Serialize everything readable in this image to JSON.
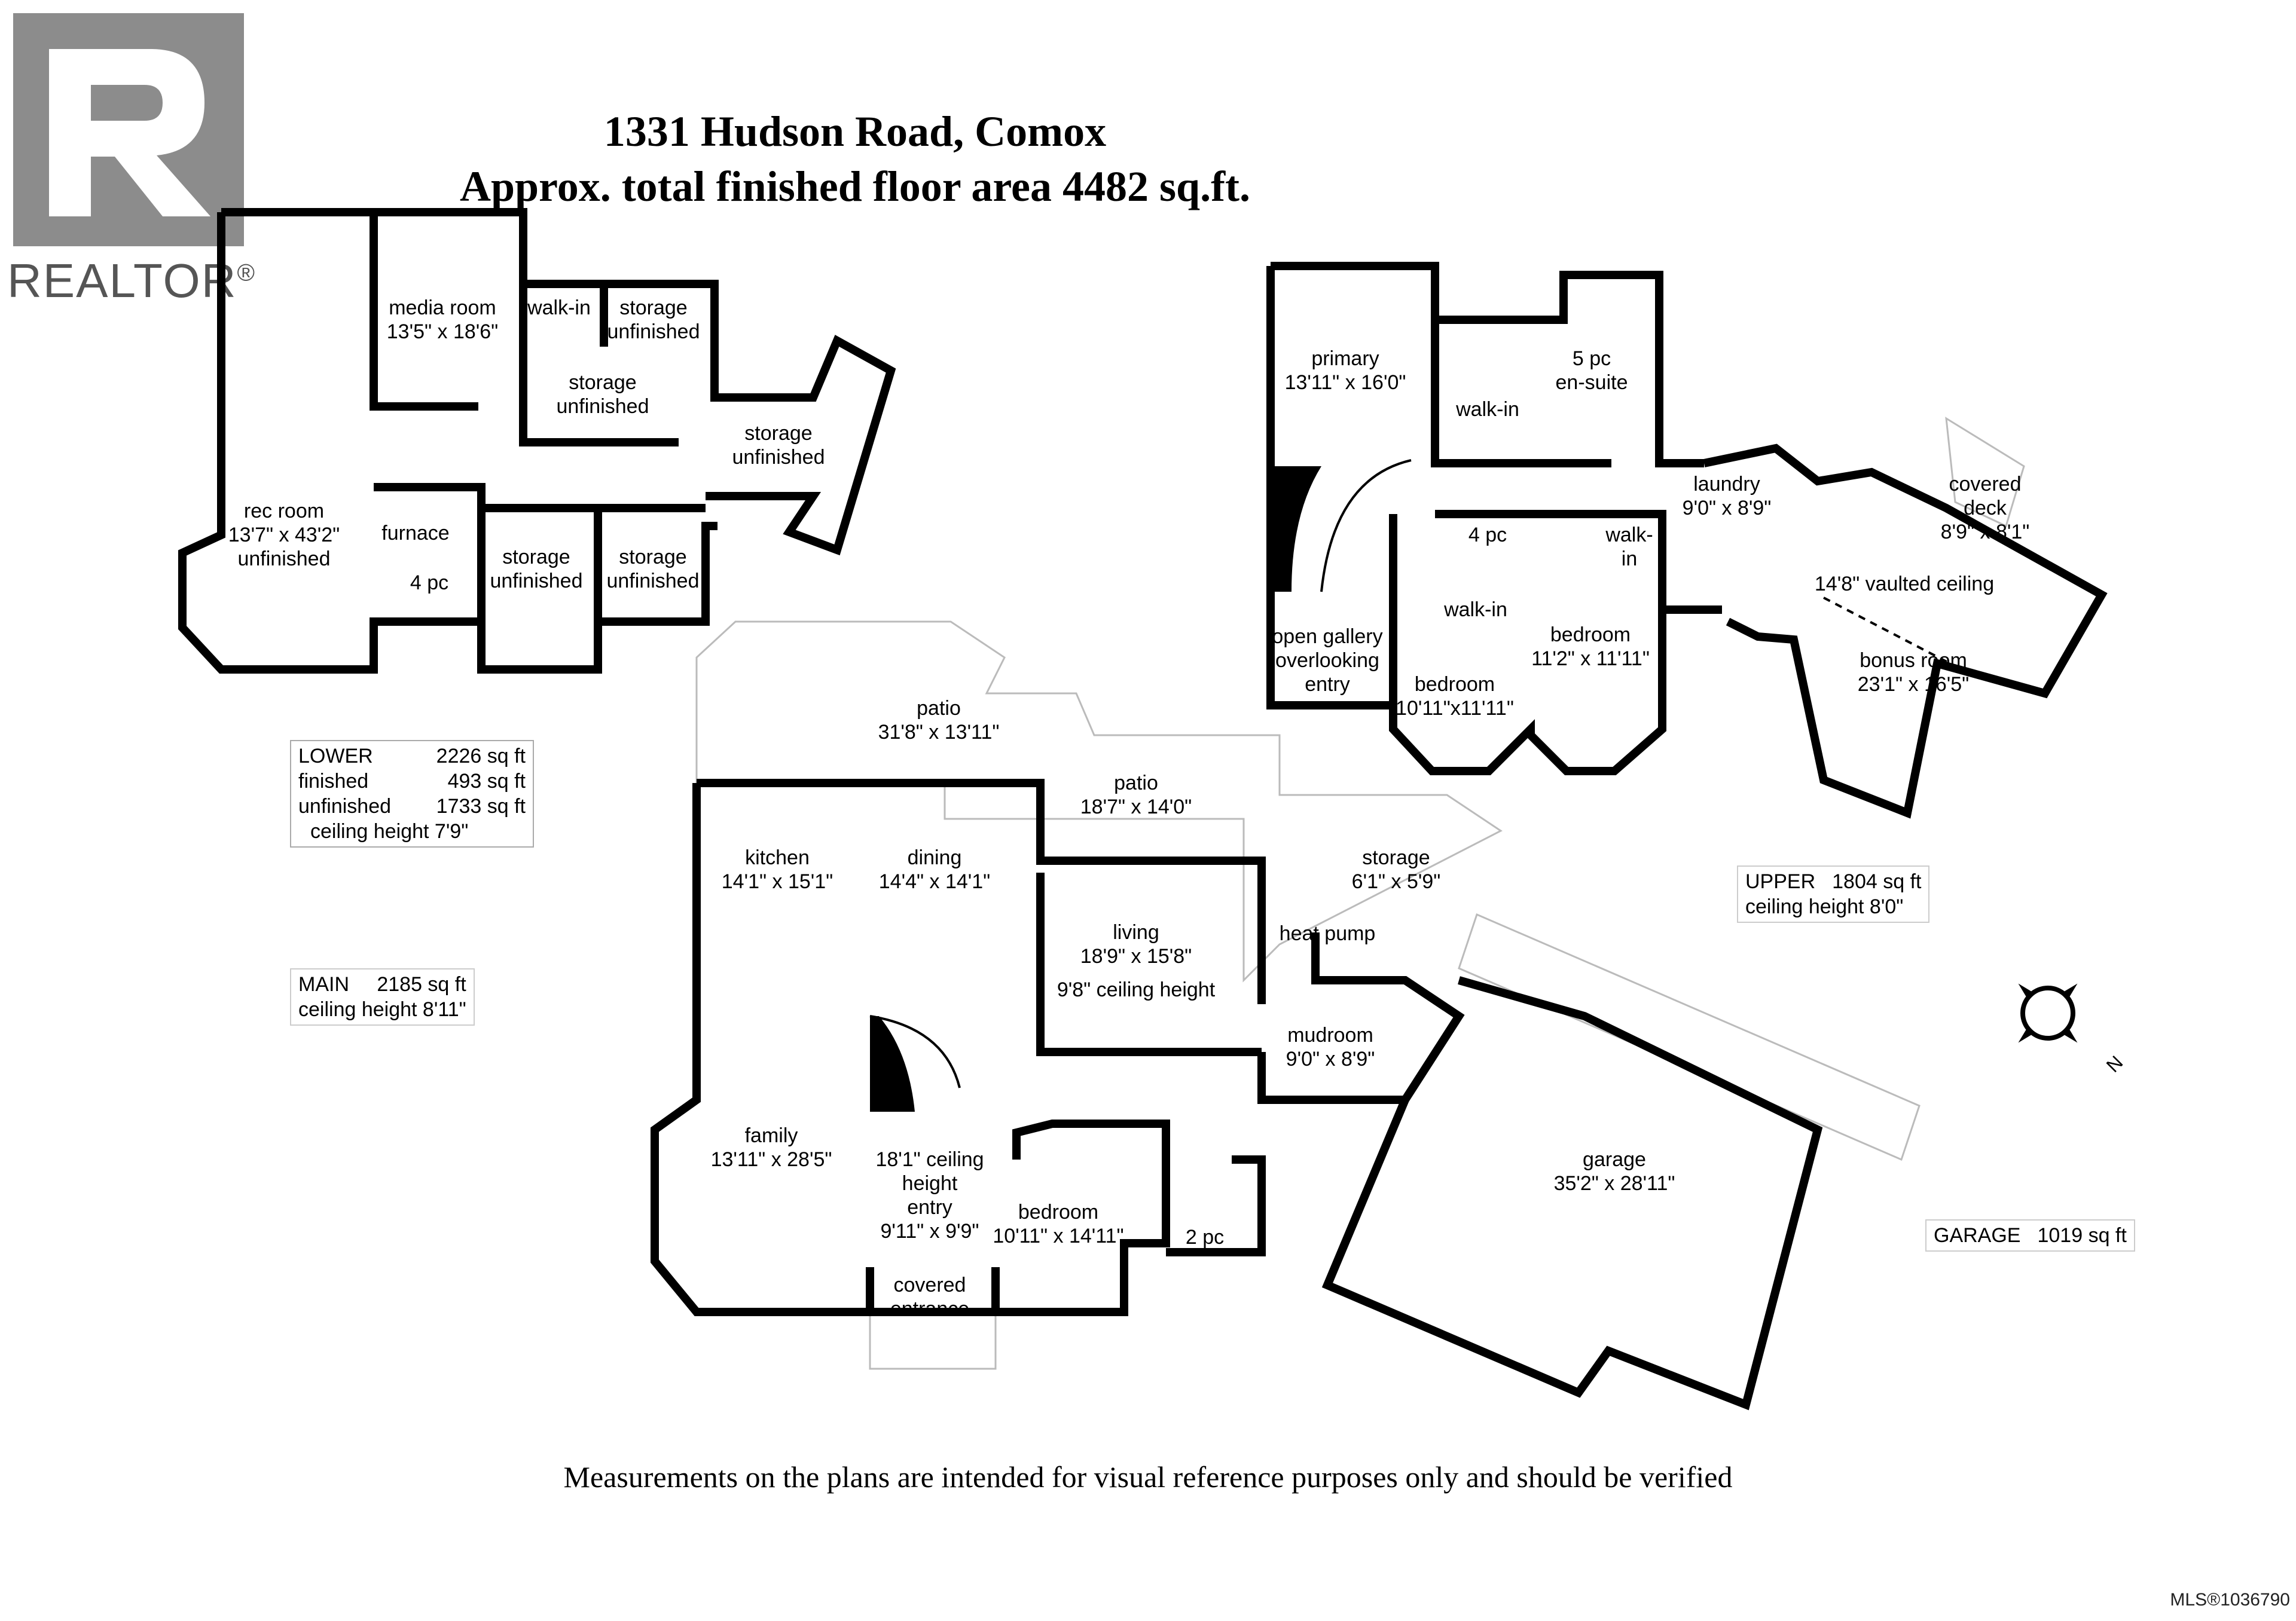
{
  "logo": {
    "word": "REALTOR",
    "mark": "®"
  },
  "title": {
    "line1": "1331 Hudson Road, Comox",
    "line2": "Approx. total finished floor area 4482 sq.ft."
  },
  "disclaimer": "Measurements on the plans are intended for visual reference purposes only and should be verified",
  "mls": "MLS®1036790",
  "compass": {
    "label": "N"
  },
  "levels": {
    "lower": {
      "title": "LOWER",
      "area": "2226 sq ft",
      "finished_label": "finished",
      "finished": "493 sq ft",
      "unfinished_label": "unfinished",
      "unfinished": "1733 sq ft",
      "ceiling": "ceiling height 7'9\""
    },
    "main": {
      "title": "MAIN",
      "area": "2185 sq ft",
      "ceiling": "ceiling height 8'11\""
    },
    "upper": {
      "title": "UPPER",
      "area": "1804 sq ft",
      "ceiling": "ceiling height 8'0\""
    },
    "garage": {
      "title": "GARAGE",
      "area": "1019 sq ft"
    }
  },
  "rooms": {
    "media": {
      "l1": "media room",
      "l2": "13'5\" x 18'6\""
    },
    "walkin_lower": {
      "l1": "walk-in"
    },
    "storage1": {
      "l1": "storage",
      "l2": "unfinished"
    },
    "storage2": {
      "l1": "storage",
      "l2": "unfinished"
    },
    "storage3": {
      "l1": "storage",
      "l2": "unfinished"
    },
    "rec": {
      "l1": "rec room",
      "l2": "13'7\" x 43'2\"",
      "l3": "unfinished"
    },
    "furnace": {
      "l1": "furnace"
    },
    "bath4_lower": {
      "l1": "4 pc"
    },
    "storage4": {
      "l1": "storage",
      "l2": "unfinished"
    },
    "storage5": {
      "l1": "storage",
      "l2": "unfinished"
    },
    "patio_big": {
      "l1": "patio",
      "l2": "31'8\" x 13'11\""
    },
    "patio_small": {
      "l1": "patio",
      "l2": "18'7\" x 14'0\""
    },
    "kitchen": {
      "l1": "kitchen",
      "l2": "14'1\" x 15'1\""
    },
    "dining": {
      "l1": "dining",
      "l2": "14'4\" x 14'1\""
    },
    "living": {
      "l1": "living",
      "l2": "18'9\" x 15'8\"",
      "l3": "9'8\" ceiling height"
    },
    "storage_main": {
      "l1": "storage",
      "l2": "6'1\" x 5'9\""
    },
    "heatpump": {
      "l1": "heat pump"
    },
    "mudroom": {
      "l1": "mudroom",
      "l2": "9'0\" x 8'9\""
    },
    "family": {
      "l1": "family",
      "l2": "13'11\" x 28'5\""
    },
    "entry": {
      "l1": "18'1\" ceiling",
      "l2": "height",
      "l3": "entry",
      "l4": "9'11\" x 9'9\""
    },
    "bedroom_main": {
      "l1": "bedroom",
      "l2": "10'11\" x 14'11\""
    },
    "bath2": {
      "l1": "2 pc"
    },
    "covered_entrance": {
      "l1": "covered",
      "l2": "entrance"
    },
    "garage": {
      "l1": "garage",
      "l2": "35'2\" x 28'11\""
    },
    "primary": {
      "l1": "primary",
      "l2": "13'11\" x 16'0\""
    },
    "walkin_primary": {
      "l1": "walk-in"
    },
    "ensuite": {
      "l1": "5 pc",
      "l2": "en-suite"
    },
    "laundry": {
      "l1": "laundry",
      "l2": "9'0\" x 8'9\""
    },
    "covered_deck": {
      "l1": "covered",
      "l2": "deck",
      "l3": "8'9\" x 8'1\""
    },
    "bath4_upper": {
      "l1": "4 pc"
    },
    "walkin_upper": {
      "l1": "walk-",
      "l2": "in"
    },
    "vaulted": {
      "l1": "14'8\" vaulted ceiling"
    },
    "gallery": {
      "l1": "open gallery",
      "l2": "overlooking",
      "l3": "entry"
    },
    "walkin_bed": {
      "l1": "walk-in"
    },
    "bedroom_up1": {
      "l1": "bedroom",
      "l2": "10'11\"x11'11\""
    },
    "bedroom_up2": {
      "l1": "bedroom",
      "l2": "11'2\" x 11'11\""
    },
    "bonus": {
      "l1": "bonus room",
      "l2": "23'1\" x 16'5\""
    }
  }
}
